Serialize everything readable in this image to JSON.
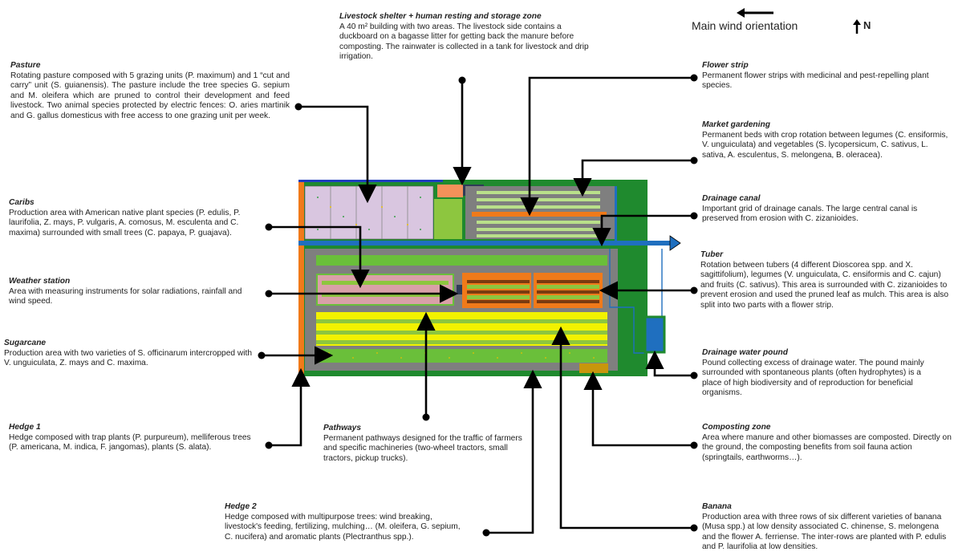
{
  "legend": {
    "wind_label": "Main wind orientation",
    "north_label": "N"
  },
  "labels": {
    "livestock": {
      "title": "Livestock shelter + human resting and storage zone",
      "desc": "A 40 m² building with two areas. The livestock side contains a duckboard on a bagasse litter for getting back the manure before composting. The rainwater is collected in a tank for livestock and drip irrigation."
    },
    "pasture": {
      "title": "Pasture",
      "desc": "Rotating pasture composed with 5 grazing units (P. maximum) and 1 “cut and carry” unit (S. guianensis). The pasture include the tree species G. sepium and M. oleifera which are pruned to control their development and feed livestock. Two animal species protected by electric fences: O. aries martinik and G. gallus domesticus with free access to one grazing unit per week."
    },
    "caribs": {
      "title": "Caribs",
      "desc": "Production area with American native plant species (P. edulis, P. laurifolia, Z. mays, P. vulgaris, A. comosus, M. esculenta and C. maxima) surrounded with small trees (C. papaya, P. guajava)."
    },
    "weather": {
      "title": "Weather station",
      "desc": "Area with measuring instruments for solar radiations, rainfall and wind speed."
    },
    "sugarcane": {
      "title": "Sugarcane",
      "desc": "Production area with two varieties of S. officinarum intercropped with V. unguiculata, Z. mays and C. maxima."
    },
    "hedge1": {
      "title": "Hedge 1",
      "desc": "Hedge composed with trap plants (P. purpureum), melliferous trees (P. americana, M. indica, F. jangomas), plants (S. alata)."
    },
    "pathways": {
      "title": "Pathways",
      "desc": "Permanent pathways designed for the traffic of farmers and specific machineries (two-wheel tractors, small tractors, pickup trucks)."
    },
    "hedge2": {
      "title": "Hedge 2",
      "desc": "Hedge composed with multipurpose trees: wind breaking, livestock's feeding, fertilizing, mulching… (M. oleifera, G. sepium, C. nucifera) and aromatic plants (Plectranthus spp.)."
    },
    "flower": {
      "title": "Flower strip",
      "desc": "Permanent flower strips with medicinal and pest-repelling plant species."
    },
    "market": {
      "title": "Market gardening",
      "desc": "Permanent beds with crop rotation between legumes (C. ensiformis, V. unguiculata) and vegetables (S. lycopersicum, C. sativus, L. sativa, A. esculentus, S. melongena, B. oleracea)."
    },
    "drainage": {
      "title": "Drainage canal",
      "desc": "Important grid of drainage canals. The large central canal is preserved from erosion with C. zizanioides."
    },
    "tuber": {
      "title": "Tuber",
      "desc": "Rotation between tubers (4 different Dioscorea spp. and X. sagittifolium), legumes (V. unguiculata, C. ensiformis and C. cajun) and fruits (C. sativus). This area is surrounded with C. zizanioides to prevent erosion and used the pruned leaf as mulch. This area is also split into two parts with a flower strip."
    },
    "pound": {
      "title": "Drainage water pound",
      "desc": "Pound collecting excess of drainage water. The pound mainly surrounded with spontaneous plants (often hydrophytes) is a place of high biodiversity and of reproduction for beneficial organisms."
    },
    "compost": {
      "title": "Composting zone",
      "desc": "Area where manure and other biomasses are composted. Directly on the ground, the composting benefits from soil fauna action (springtails, earthworms…)."
    },
    "banana": {
      "title": "Banana",
      "desc": "Production area with three rows of six different varieties of banana (Musa spp.) at low density associated C. chinense, S. melongena and the flower A. ferriense. The inter-rows are planted with P. edulis and P. laurifolia at low densities."
    }
  },
  "colors": {
    "hedge_green": "#1f8a2e",
    "path_gray": "#7f7f7f",
    "pasture_lilac": "#d9c6e0",
    "canal_blue": "#1f6fbf",
    "orange": "#f07a1a",
    "yellow": "#f2f200",
    "bright_green": "#8dc63f"
  }
}
